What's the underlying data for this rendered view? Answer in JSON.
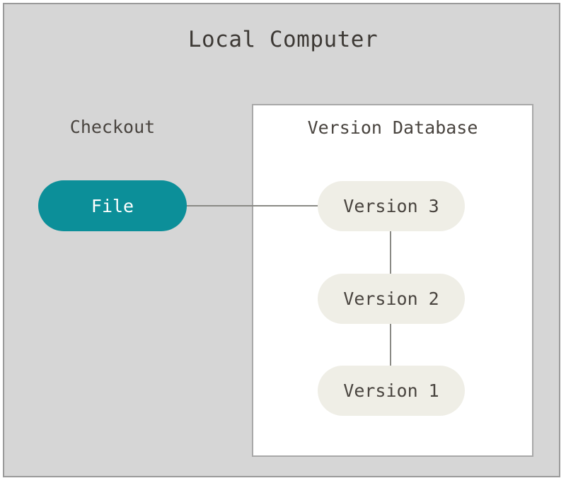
{
  "diagram": {
    "title": "Local Computer",
    "type": "version-control-architecture",
    "colors": {
      "outer_background": "#d6d6d6",
      "outer_border": "#9a9a9a",
      "container_background": "#ffffff",
      "container_border": "#a8a8a8",
      "checkout_node_fill": "#0c8f99",
      "checkout_node_text": "#ffffff",
      "version_node_fill": "#efeee6",
      "version_node_text": "#49443f",
      "connector": "#8a8a85",
      "title_text": "#3d3935",
      "label_text": "#49443f"
    },
    "sections": {
      "checkout": {
        "label": "Checkout",
        "node": {
          "label": "File",
          "shape": "rounded-pill",
          "fill": "#0c8f99"
        }
      },
      "version_database": {
        "label": "Version Database",
        "nodes": [
          {
            "label": "Version 3",
            "shape": "rounded-pill",
            "fill": "#efeee6"
          },
          {
            "label": "Version 2",
            "shape": "rounded-pill",
            "fill": "#efeee6"
          },
          {
            "label": "Version 1",
            "shape": "rounded-pill",
            "fill": "#efeee6"
          }
        ]
      }
    },
    "connections": [
      {
        "from": "File",
        "to": "Version 3",
        "orientation": "horizontal"
      },
      {
        "from": "Version 3",
        "to": "Version 2",
        "orientation": "vertical"
      },
      {
        "from": "Version 2",
        "to": "Version 1",
        "orientation": "vertical"
      }
    ]
  }
}
